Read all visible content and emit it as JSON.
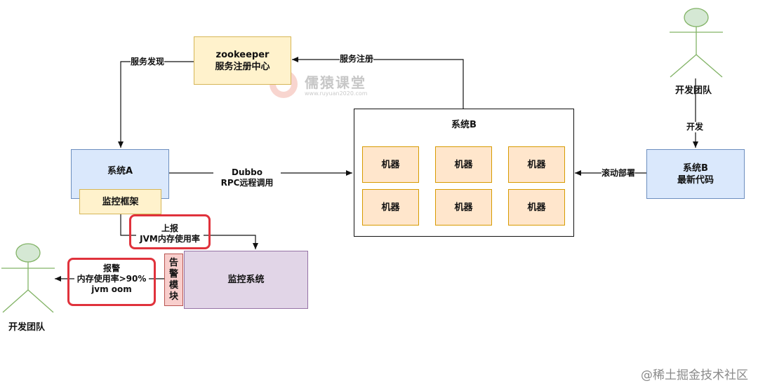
{
  "zookeeper": {
    "line1": "zookeeper",
    "line2": "服务注册中心"
  },
  "system_a": "系统A",
  "monitor_framework": "监控框架",
  "system_b": {
    "title": "系统B",
    "machines": [
      "机器",
      "机器",
      "机器",
      "机器",
      "机器",
      "机器"
    ]
  },
  "system_b_latest": {
    "line1": "系统B",
    "line2": "最新代码"
  },
  "monitor_system": "监控系统",
  "alert_module": "告警模块",
  "actors": [
    {
      "label": "开发团队"
    },
    {
      "label": "开发团队"
    }
  ],
  "edges": {
    "service_discovery": "服务发现",
    "service_registration": "服务注册",
    "dubbo_line1": "Dubbo",
    "dubbo_line2": "RPC远程调用",
    "develop": "开发",
    "rolling_deploy": "滚动部署",
    "report_line1": "上报",
    "report_line2": "JVM内存使用率",
    "alarm_line1": "报警",
    "alarm_line2": "内存使用率>90%",
    "alarm_line3": "jvm oom"
  },
  "watermark": {
    "title": "儒猿课堂",
    "url": "www.ruyuan2020.com"
  },
  "footer": "@稀土掘金技术社区",
  "colors": {
    "line": "#111111",
    "highlight": "#e0323c",
    "actor_fill": "#d5e8d4",
    "actor_stroke": "#82b366"
  }
}
